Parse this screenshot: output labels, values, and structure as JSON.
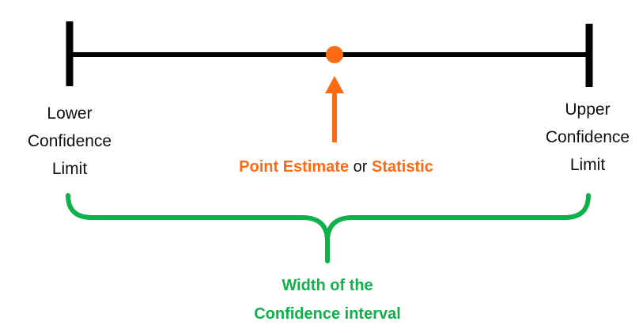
{
  "labels": {
    "lower": [
      "Lower",
      "Confidence",
      "Limit"
    ],
    "upper": [
      "Upper",
      "Confidence",
      "Limit"
    ],
    "point_estimate": "Point Estimate",
    "or": "or",
    "statistic": "Statistic",
    "width": [
      "Width of the",
      "Confidence interval"
    ]
  },
  "colors": {
    "line": "#000000",
    "estimate": "#ff6a13",
    "width": "#0eb14a"
  }
}
